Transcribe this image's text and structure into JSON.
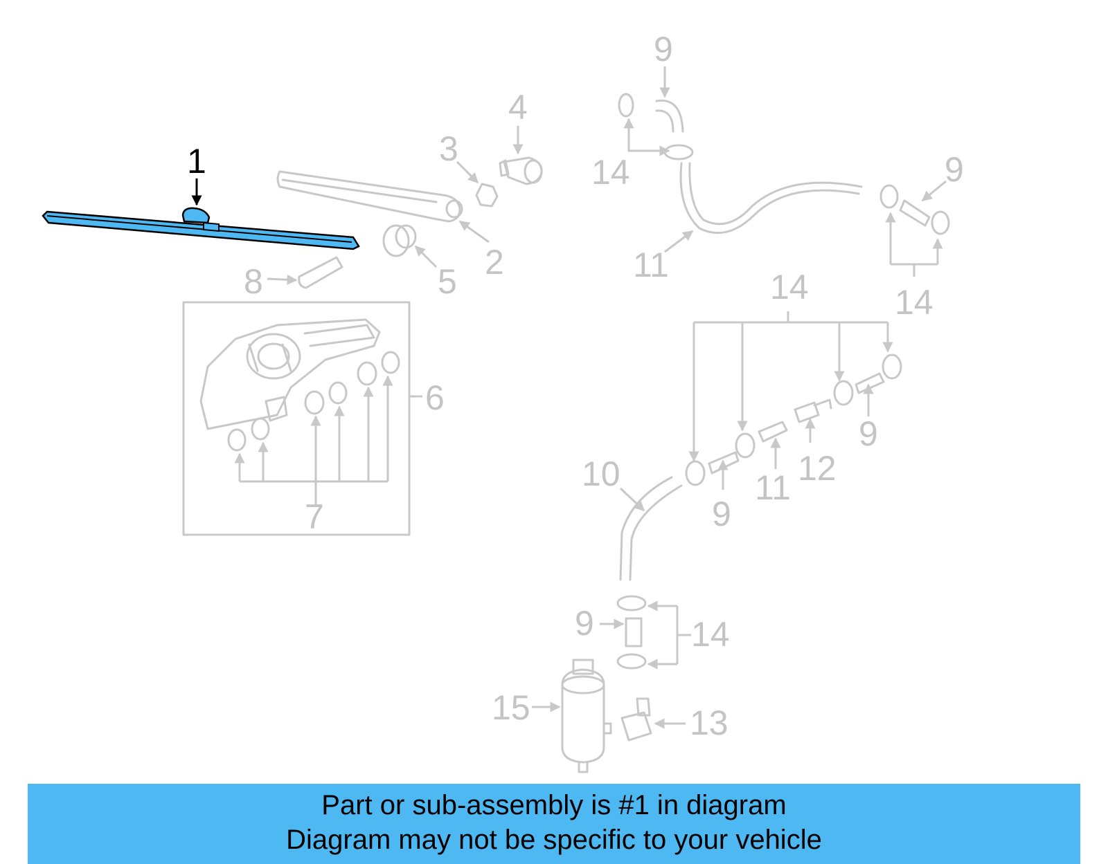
{
  "colors": {
    "highlight": "#4db8f2",
    "faded": "#c8c8c8",
    "banner": "#4db8f2"
  },
  "callouts": {
    "c1": "1",
    "c2": "2",
    "c3": "3",
    "c4": "4",
    "c5": "5",
    "c6": "6",
    "c7": "7",
    "c8": "8",
    "c9a": "9",
    "c9b": "9",
    "c9c": "9",
    "c9d": "9",
    "c9e": "9",
    "c10": "10",
    "c11a": "11",
    "c11b": "11",
    "c12": "12",
    "c13": "13",
    "c14a": "14",
    "c14b": "14",
    "c14c": "14",
    "c14d": "14",
    "c15": "15"
  },
  "banner": {
    "line1": "Part or sub-assembly is #1 in diagram",
    "line2": "Diagram may not be specific to your vehicle"
  }
}
